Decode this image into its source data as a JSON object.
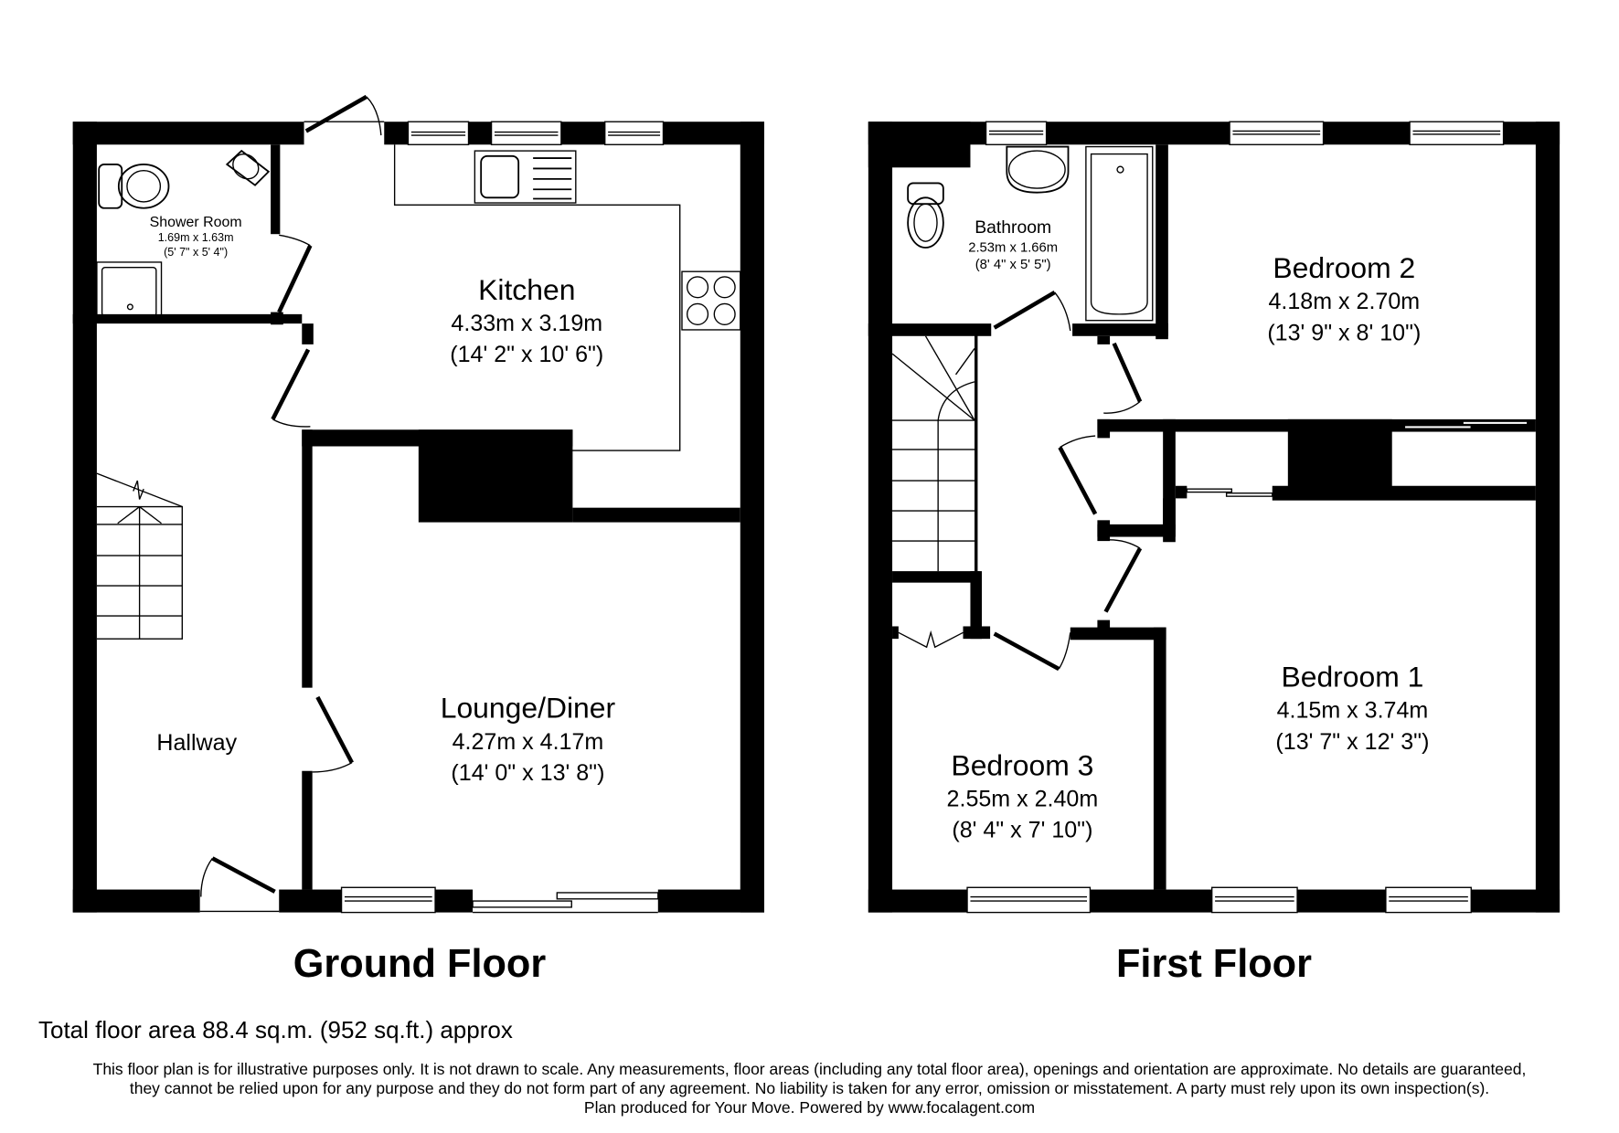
{
  "floors": [
    {
      "title": "Ground Floor",
      "rooms": [
        {
          "name": "Shower Room",
          "metric": "1.69m x 1.63m",
          "imperial": "(5' 7\" x 5' 4\")"
        },
        {
          "name": "Kitchen",
          "metric": "4.33m x 3.19m",
          "imperial": "(14' 2\" x 10' 6\")"
        },
        {
          "name": "Hallway"
        },
        {
          "name": "Lounge/Diner",
          "metric": "4.27m x 4.17m",
          "imperial": "(14' 0\" x 13' 8\")"
        }
      ]
    },
    {
      "title": "First Floor",
      "rooms": [
        {
          "name": "Bathroom",
          "metric": "2.53m x 1.66m",
          "imperial": "(8' 4\" x 5' 5\")"
        },
        {
          "name": "Bedroom 2",
          "metric": "4.18m x 2.70m",
          "imperial": "(13' 9\" x 8' 10\")"
        },
        {
          "name": "Bedroom 1",
          "metric": "4.15m x 3.74m",
          "imperial": "(13' 7\" x 12' 3\")"
        },
        {
          "name": "Bedroom 3",
          "metric": "2.55m x 2.40m",
          "imperial": "(8' 4\" x 7' 10\")"
        }
      ]
    }
  ],
  "footer": {
    "total_area": "Total floor area 88.4 sq.m. (952 sq.ft.) approx",
    "disclaimer_lines": [
      "This floor plan is for illustrative purposes only. It is not drawn to scale. Any measurements, floor areas (including any total floor area), openings and orientation are approximate. No details are guaranteed,",
      "they cannot be relied upon for any purpose and they do not form part of any agreement. No liability is taken for any error, omission or misstatement. A party must rely upon its own inspection(s).",
      "Plan produced for Your Move. Powered by www.focalagent.com"
    ]
  },
  "colors": {
    "wall": "#000000",
    "background": "#ffffff"
  }
}
